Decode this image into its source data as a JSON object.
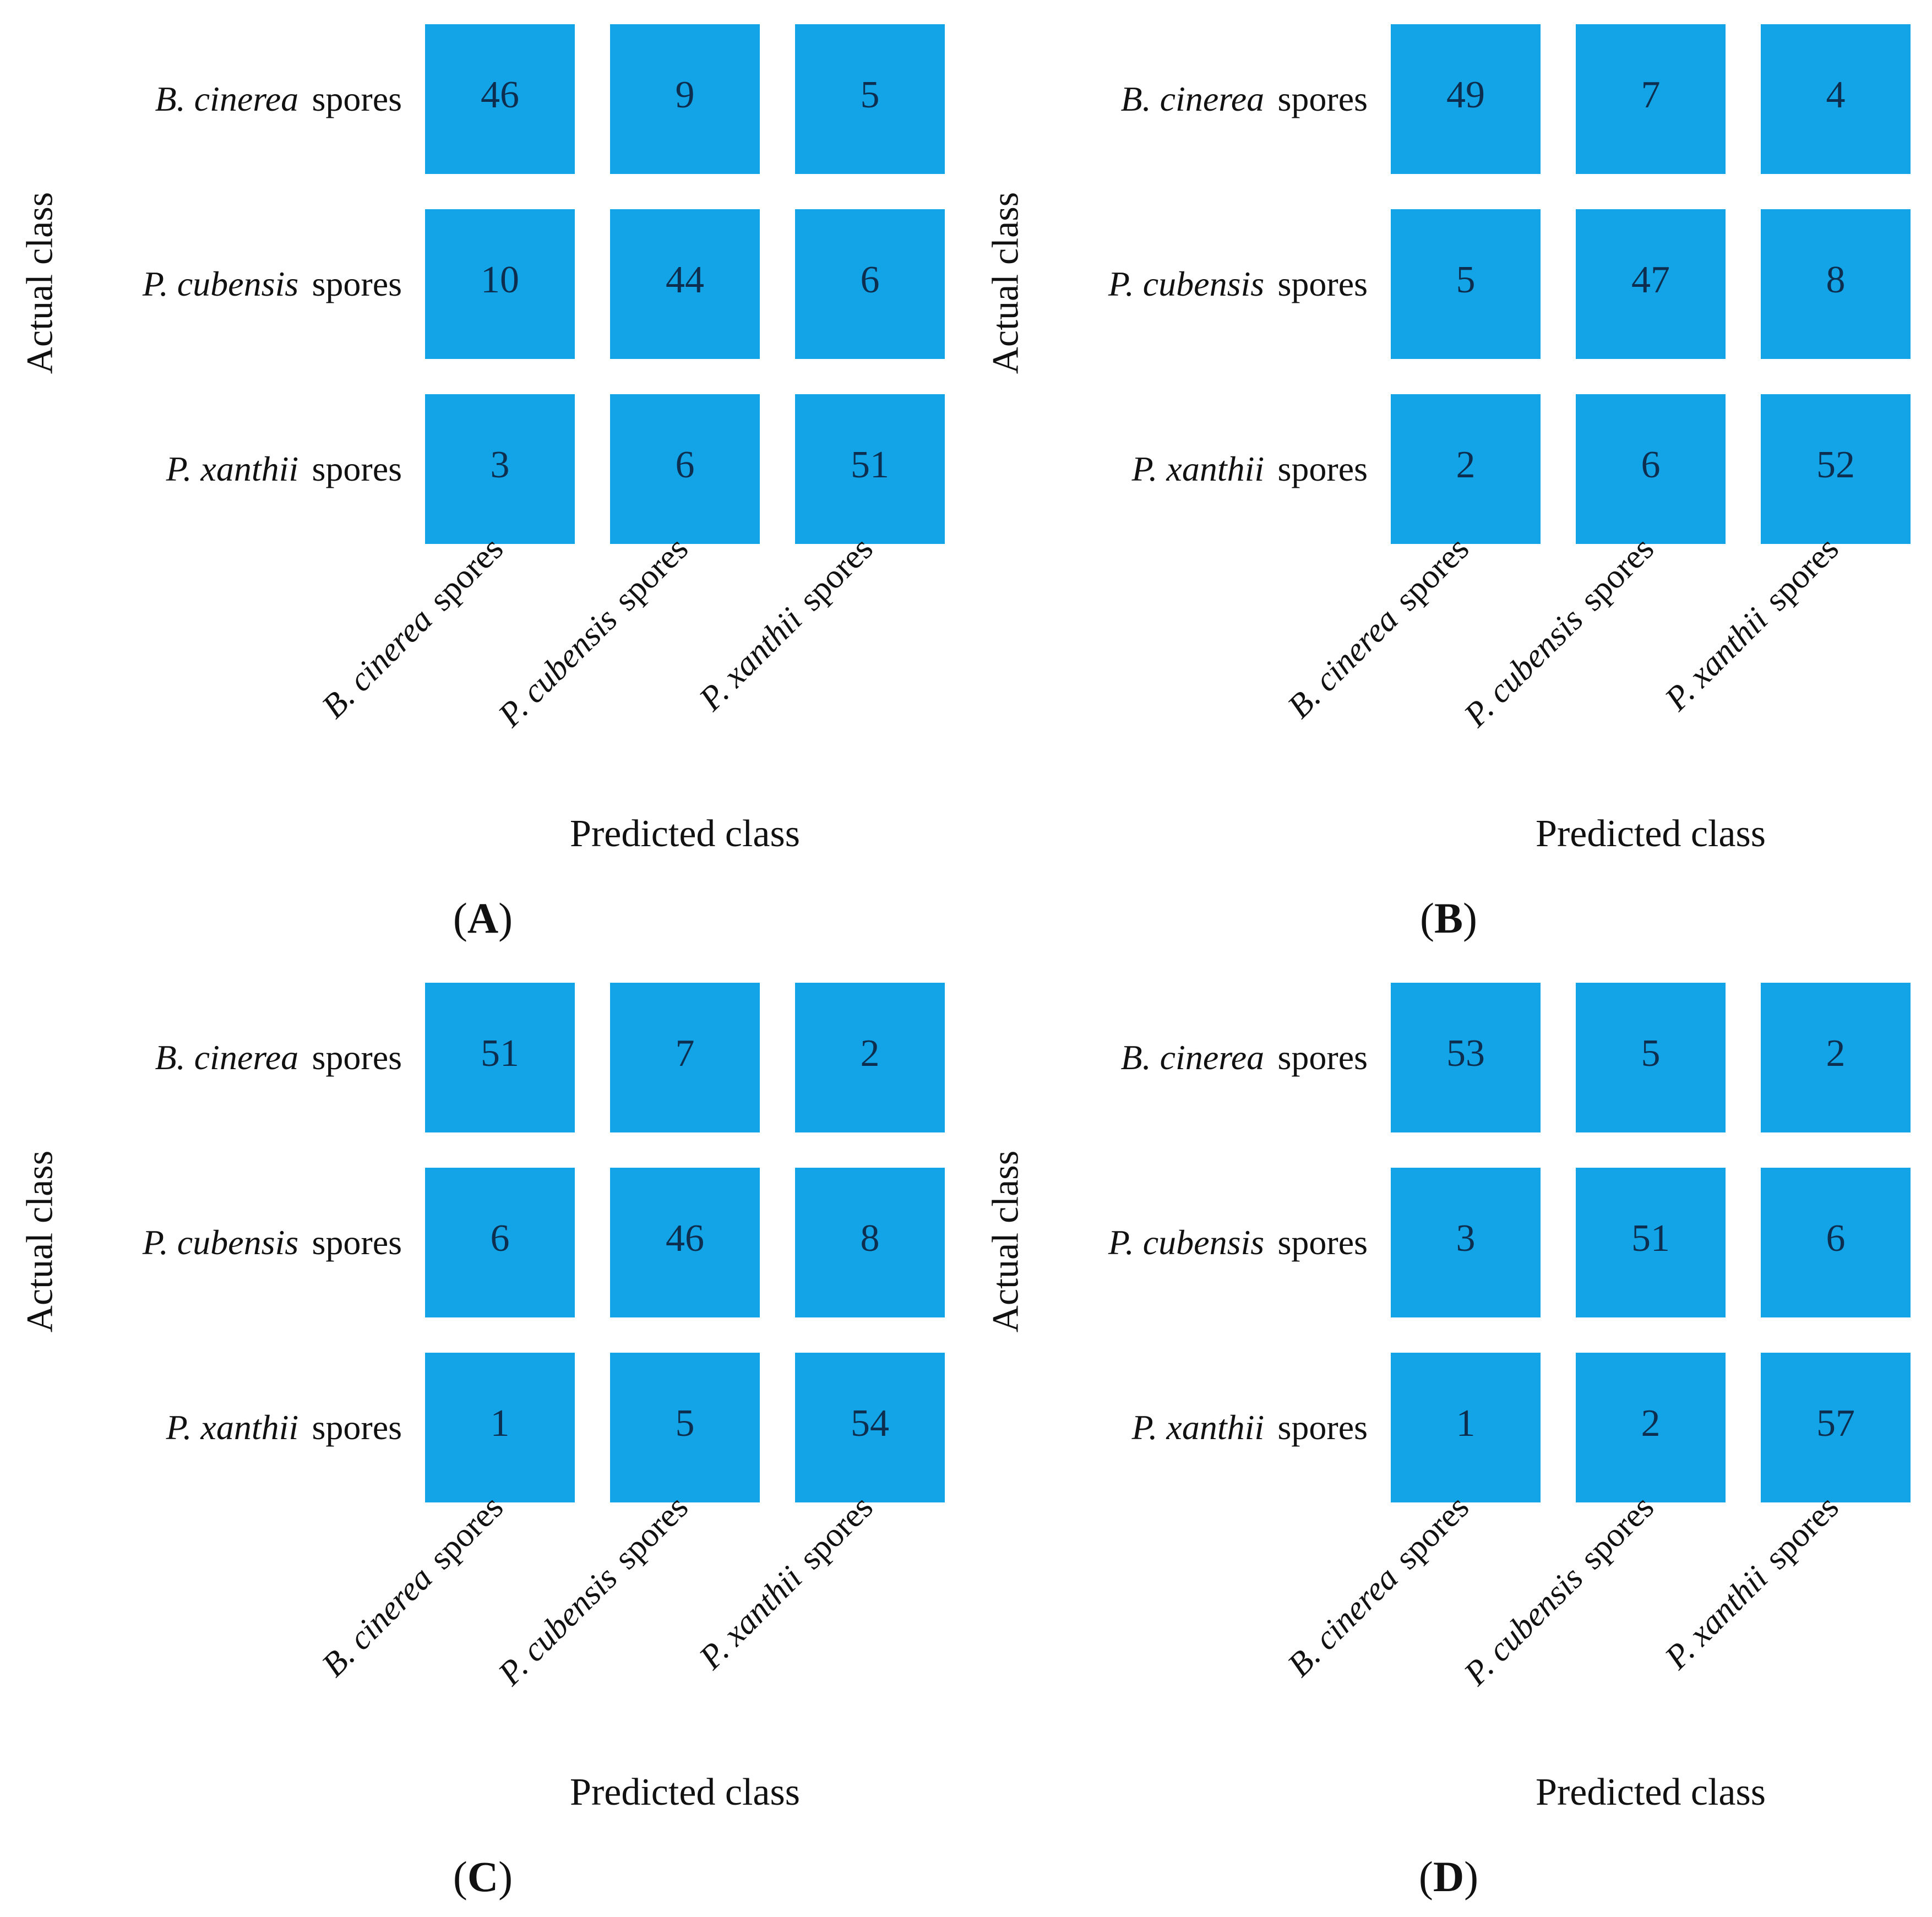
{
  "labels": {
    "y_axis": "Actual class",
    "x_axis": "Predicted class",
    "classes": [
      {
        "italic": "B. cinerea",
        "normal": "spores"
      },
      {
        "italic": "P. cubensis",
        "normal": "spores"
      },
      {
        "italic": "P. xanthii",
        "normal": "spores"
      }
    ],
    "paren_open": "(",
    "paren_close": ")"
  },
  "colors": {
    "cell_fill": "#12a4e6",
    "cell_number": "#0d2e4e",
    "label_text": "#111111"
  },
  "chart_data": [
    {
      "type": "heatmap",
      "panel_label": "A",
      "xlabel": "Predicted class",
      "ylabel": "Actual class",
      "rows": [
        "B. cinerea spores",
        "P. cubensis spores",
        "P. xanthii spores"
      ],
      "columns": [
        "B. cinerea spores",
        "P. cubensis spores",
        "P. xanthii spores"
      ],
      "values": [
        [
          46,
          9,
          5
        ],
        [
          10,
          44,
          6
        ],
        [
          3,
          6,
          51
        ]
      ],
      "cell_color": "#12a4e6",
      "legend": "none",
      "grid": false
    },
    {
      "type": "heatmap",
      "panel_label": "B",
      "xlabel": "Predicted class",
      "ylabel": "Actual class",
      "rows": [
        "B. cinerea spores",
        "P. cubensis spores",
        "P. xanthii spores"
      ],
      "columns": [
        "B. cinerea spores",
        "P. cubensis spores",
        "P. xanthii spores"
      ],
      "values": [
        [
          49,
          7,
          4
        ],
        [
          5,
          47,
          8
        ],
        [
          2,
          6,
          52
        ]
      ],
      "cell_color": "#12a4e6",
      "legend": "none",
      "grid": false
    },
    {
      "type": "heatmap",
      "panel_label": "C",
      "xlabel": "Predicted class",
      "ylabel": "Actual class",
      "rows": [
        "B. cinerea spores",
        "P. cubensis spores",
        "P. xanthii spores"
      ],
      "columns": [
        "B. cinerea spores",
        "P. cubensis spores",
        "P. xanthii spores"
      ],
      "values": [
        [
          51,
          7,
          2
        ],
        [
          6,
          46,
          8
        ],
        [
          1,
          5,
          54
        ]
      ],
      "cell_color": "#12a4e6",
      "legend": "none",
      "grid": false
    },
    {
      "type": "heatmap",
      "panel_label": "D",
      "xlabel": "Predicted class",
      "ylabel": "Actual class",
      "rows": [
        "B. cinerea spores",
        "P. cubensis spores",
        "P. xanthii spores"
      ],
      "columns": [
        "B. cinerea spores",
        "P. cubensis spores",
        "P. xanthii spores"
      ],
      "values": [
        [
          53,
          5,
          2
        ],
        [
          3,
          51,
          6
        ],
        [
          1,
          2,
          57
        ]
      ],
      "cell_color": "#12a4e6",
      "legend": "none",
      "grid": false
    }
  ]
}
